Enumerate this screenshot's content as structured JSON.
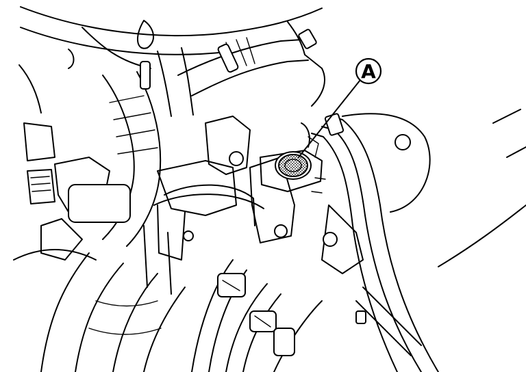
{
  "diagram": {
    "callouts": [
      {
        "id": "A",
        "label": "A",
        "target": "highlighted-round-cap"
      }
    ],
    "colors": {
      "line": "#000000",
      "background": "#ffffff",
      "highlight_fill": "#9a9a9a"
    }
  }
}
